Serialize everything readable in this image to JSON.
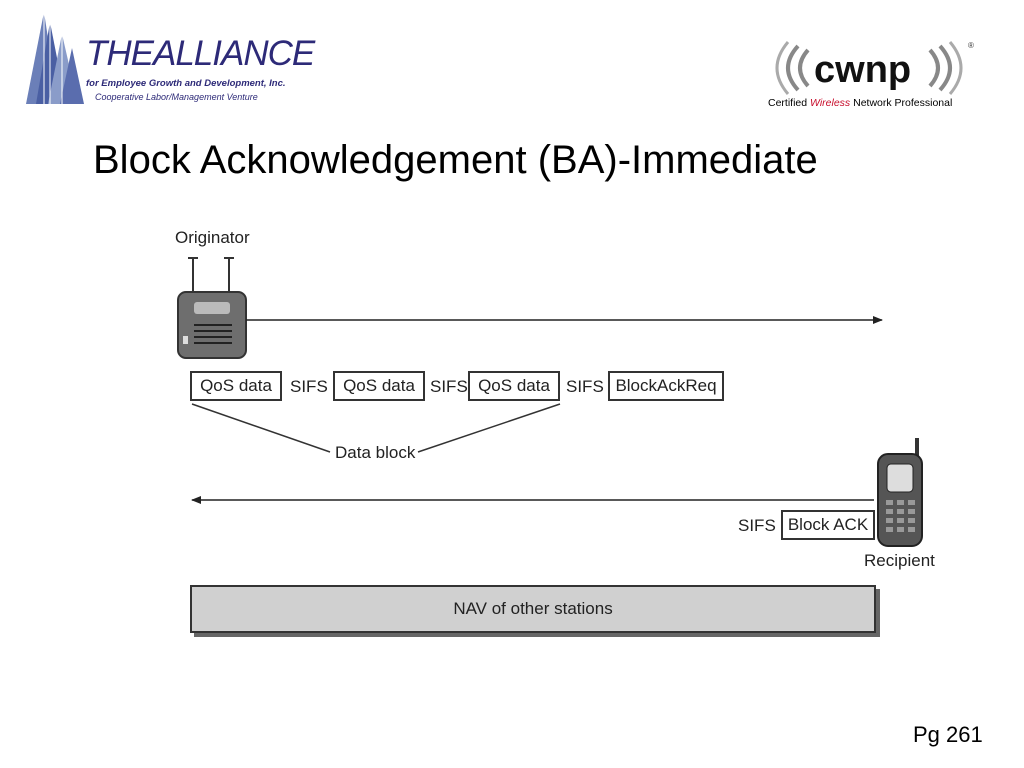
{
  "logos": {
    "alliance": {
      "name": "THEALLIANCE",
      "tagline": "for Employee Growth and Development, Inc.",
      "subtagline": "Cooperative Labor/Management Venture"
    },
    "cwnp": {
      "name": "cwnp",
      "tagline_pre": "Certified ",
      "tagline_em": "Wireless",
      "tagline_post": " Network Professional"
    }
  },
  "title": "Block Acknowledgement (BA)-Immediate",
  "diagram": {
    "originator_label": "Originator",
    "recipient_label": "Recipient",
    "frames": [
      {
        "label": "QoS data"
      },
      {
        "label": "SIFS"
      },
      {
        "label": "QoS data"
      },
      {
        "label": "SIFS"
      },
      {
        "label": "QoS data"
      },
      {
        "label": "SIFS"
      },
      {
        "label": "BlockAckReq"
      }
    ],
    "data_block_label": "Data block",
    "response_sifs": "SIFS",
    "block_ack_label": "Block ACK",
    "nav_label": "NAV of other stations"
  },
  "page_number": "Pg 261",
  "colors": {
    "alliance_blue": "#2d2a78",
    "cwnp_red": "#c8102e",
    "nav_fill": "#d0d0d0"
  }
}
